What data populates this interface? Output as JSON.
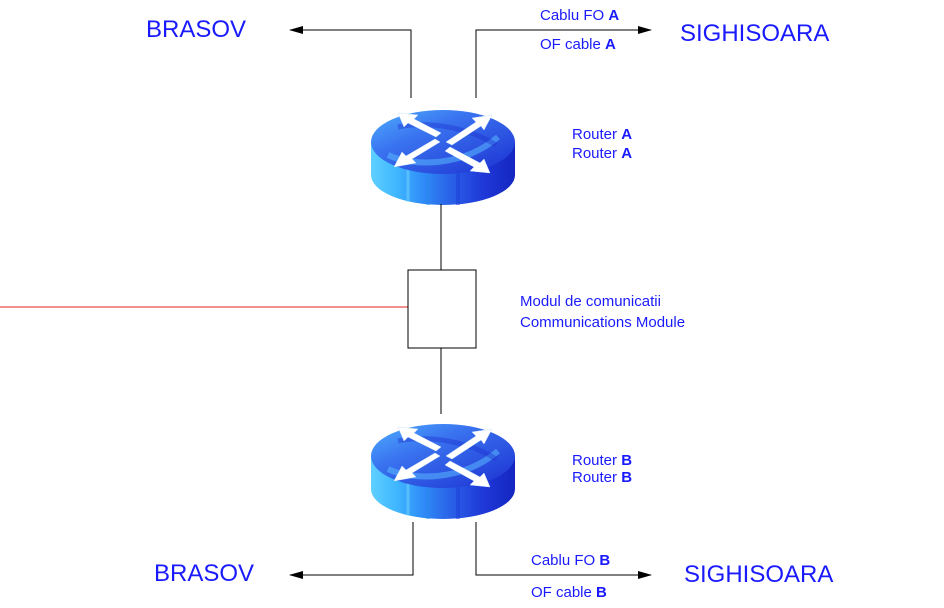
{
  "colors": {
    "text": "#1a1aff",
    "router_light": "#4fc0ff",
    "router_dark": "#1a2fd6",
    "router_top": "#3352e8",
    "external_link": "#e02020",
    "wire": "#000000"
  },
  "top": {
    "left_city": "BRASOV",
    "right_city": "SIGHISOARA",
    "cable_ro": "Cablu FO ",
    "cable_ro_letter": "A",
    "cable_en": "OF cable ",
    "cable_en_letter": "A",
    "router_ro": "Router ",
    "router_ro_letter": "A",
    "router_en": "Router ",
    "router_en_letter": "A",
    "router_icon": "router-icon"
  },
  "module": {
    "label_ro": "Modul de comunicatii",
    "label_en": "Communications Module"
  },
  "bottom": {
    "left_city": "BRASOV",
    "right_city": "SIGHISOARA",
    "cable_ro": "Cablu FO ",
    "cable_ro_letter": "B",
    "cable_en": "OF cable ",
    "cable_en_letter": "B",
    "router_ro": "Router ",
    "router_ro_letter": "B",
    "router_en": "Router ",
    "router_en_letter": "B",
    "router_icon": "router-icon"
  }
}
